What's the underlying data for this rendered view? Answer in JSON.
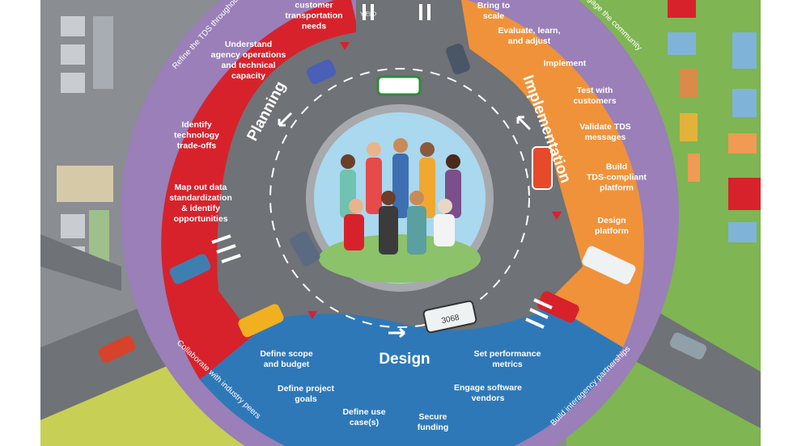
{
  "phases": {
    "planning": {
      "title": "Planning",
      "color": "#d7222b",
      "steps": [
        "customer\ntransportation\nneeds",
        "Understand\nagency operations\nand technical\ncapacity",
        "Identify\ntechnology\ntrade-offs",
        "Map out data\nstandardization\n& identify\nopportunities"
      ]
    },
    "implementation": {
      "title": "Implementation",
      "color": "#f0923a",
      "steps": [
        "Bring to\nscale",
        "Evaluate, learn,\nand adjust",
        "Implement",
        "Test with\ncustomers",
        "Validate TDS\nmessages",
        "Build\nTDS-compliant\nplatform",
        "Design\nplatform"
      ]
    },
    "design": {
      "title": "Design",
      "color": "#2f78b8",
      "steps": [
        "Define scope\nand budget",
        "Define project\ngoals",
        "Define use\ncase(s)",
        "Secure\nfunding",
        "Engage software\nvendors",
        "Set performance\nmetrics"
      ]
    }
  },
  "outer_ring": {
    "color": "#9a7fb8",
    "labels": [
      "Refine the TDS throughout",
      "Engage the community",
      "Collaborate with industry peers",
      "Build interagency partnerships"
    ]
  },
  "road": {
    "sign_text": "YIELD",
    "bus_number": "3068"
  }
}
